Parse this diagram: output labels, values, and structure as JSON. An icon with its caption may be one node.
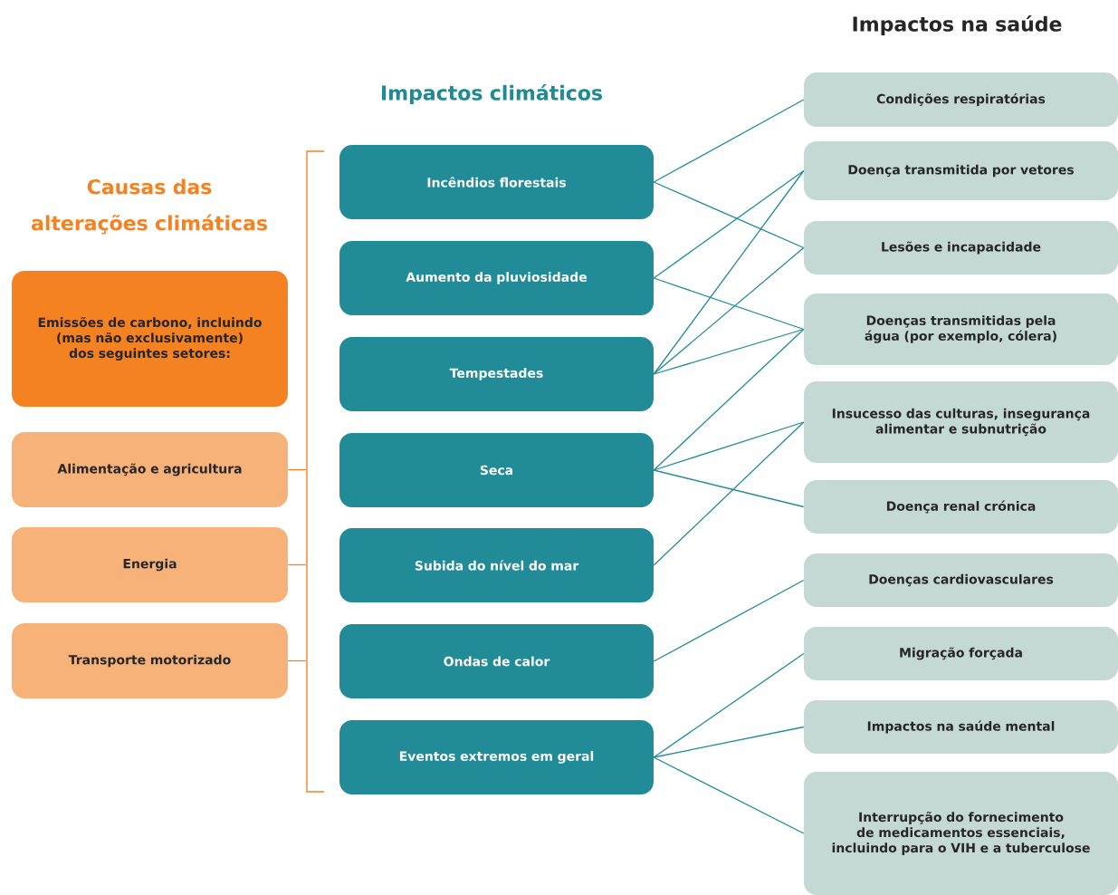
{
  "diagram": {
    "nodes": [
      {
        "text": [
          "Emissões de carbono, incluindo (mas não exclusivamente) dos seguintes setores:"
        ]
      },
      {
        "text": [
          "Alimentação e agricultura"
        ]
      },
      {
        "text": [
          "Energia"
        ]
      },
      {
        "text": [
          "Transporte motorizado"
        ]
      },
      {
        "text": [
          "Incêndios florestais"
        ]
      },
      {
        "text": [
          "Aumento da pluviosidade"
        ]
      },
      {
        "text": [
          "Tempestades"
        ]
      },
      {
        "text": [
          "Seca"
        ]
      },
      {
        "text": [
          "Subida do nível do mar"
        ]
      },
      {
        "text": [
          "Ondas de calor"
        ]
      },
      {
        "text": [
          "Eventos extremos em geral"
        ]
      },
      {
        "text": [
          "Condições respiratórias"
        ]
      },
      {
        "text": [
          "Doença transmitida por vetores"
        ]
      },
      {
        "text": [
          "Lesões e incapacidade"
        ]
      },
      {
        "text": [
          "Doenças transmitidas pela água (por exemplo, cólera)"
        ]
      },
      {
        "text": [
          "Insucesso das culturas, insegurança alimentar e subnutrição"
        ]
      },
      {
        "text": [
          "Doença renal crónica"
        ]
      },
      {
        "text": [
          "Doenças cardiovasculares"
        ]
      },
      {
        "text": [
          "Migração forçada"
        ]
      },
      {
        "text": [
          "Impactos na saúde mental"
        ]
      },
      {
        "text": [
          "Interrupção do fornecimento de medicamentos essenciais, incluindo para o VIH e a tuberculose"
        ]
      },
      {
        "text": [],
        "shape": "bracket"
      }
    ],
    "edges": [
      {
        "from": 1,
        "to": 21,
        "arrow": "none",
        "color": "#f58220"
      },
      {
        "from": 2,
        "to": 21,
        "arrow": "none",
        "color": "#f58220"
      },
      {
        "from": 3,
        "to": 21,
        "arrow": "none",
        "color": "#f58220"
      },
      {
        "from": 4,
        "to": 11,
        "arrow": "none"
      },
      {
        "from": 4,
        "to": 13,
        "arrow": "none"
      },
      {
        "from": 5,
        "to": 12,
        "arrow": "none"
      },
      {
        "from": 5,
        "to": 14,
        "arrow": "none"
      },
      {
        "from": 6,
        "to": 12,
        "arrow": "none"
      },
      {
        "from": 6,
        "to": 13,
        "arrow": "none"
      },
      {
        "from": 6,
        "to": 14,
        "arrow": "none"
      },
      {
        "from": 7,
        "to": 14,
        "arrow": "none"
      },
      {
        "from": 7,
        "to": 15,
        "arrow": "none"
      },
      {
        "from": 7,
        "to": 16,
        "arrow": "none"
      },
      {
        "from": 8,
        "to": 15,
        "arrow": "none"
      },
      {
        "from": 9,
        "to": 17,
        "arrow": "none"
      },
      {
        "from": 10,
        "to": 18,
        "arrow": "none"
      },
      {
        "from": 10,
        "to": 19,
        "arrow": "none"
      },
      {
        "from": 10,
        "to": 20,
        "arrow": "none"
      }
    ],
    "labels": [
      "Impactos na saúde",
      "Impactos climáticos",
      "Causas das alterações climáticas"
    ]
  }
}
